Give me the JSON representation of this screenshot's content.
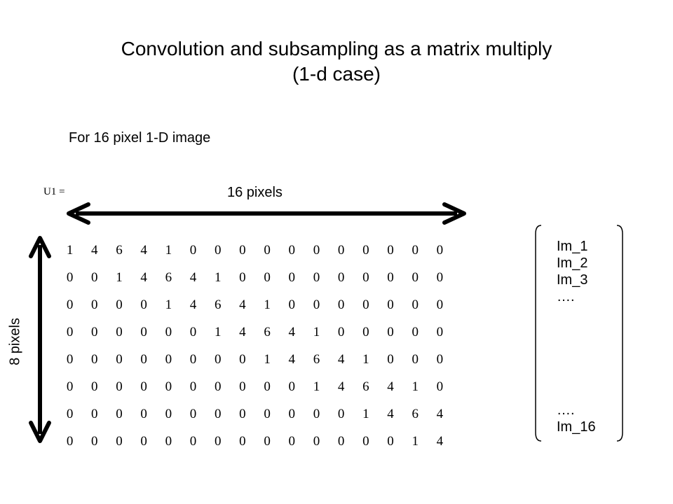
{
  "title": {
    "line1": "Convolution and subsampling as a matrix multiply",
    "line2": "(1-d case)"
  },
  "subtitle": "For 16 pixel 1-D image",
  "matrix_label": "U1 =",
  "width_label": "16 pixels",
  "height_label": "8 pixels",
  "matrix": [
    [
      "1",
      "4",
      "6",
      "4",
      "1",
      "0",
      "0",
      "0",
      "0",
      "0",
      "0",
      "0",
      "0",
      "0",
      "0",
      "0"
    ],
    [
      "0",
      "0",
      "1",
      "4",
      "6",
      "4",
      "1",
      "0",
      "0",
      "0",
      "0",
      "0",
      "0",
      "0",
      "0",
      "0"
    ],
    [
      "0",
      "0",
      "0",
      "0",
      "1",
      "4",
      "6",
      "4",
      "1",
      "0",
      "0",
      "0",
      "0",
      "0",
      "0",
      "0"
    ],
    [
      "0",
      "0",
      "0",
      "0",
      "0",
      "0",
      "1",
      "4",
      "6",
      "4",
      "1",
      "0",
      "0",
      "0",
      "0",
      "0"
    ],
    [
      "0",
      "0",
      "0",
      "0",
      "0",
      "0",
      "0",
      "0",
      "1",
      "4",
      "6",
      "4",
      "1",
      "0",
      "0",
      "0"
    ],
    [
      "0",
      "0",
      "0",
      "0",
      "0",
      "0",
      "0",
      "0",
      "0",
      "0",
      "1",
      "4",
      "6",
      "4",
      "1",
      "0"
    ],
    [
      "0",
      "0",
      "0",
      "0",
      "0",
      "0",
      "0",
      "0",
      "0",
      "0",
      "0",
      "0",
      "1",
      "4",
      "6",
      "4"
    ],
    [
      "0",
      "0",
      "0",
      "0",
      "0",
      "0",
      "0",
      "0",
      "0",
      "0",
      "0",
      "0",
      "0",
      "0",
      "1",
      "4"
    ]
  ],
  "vector": {
    "top": [
      "Im_1",
      "Im_2",
      "Im_3",
      "…."
    ],
    "bottom": [
      "….",
      "Im_16"
    ]
  }
}
